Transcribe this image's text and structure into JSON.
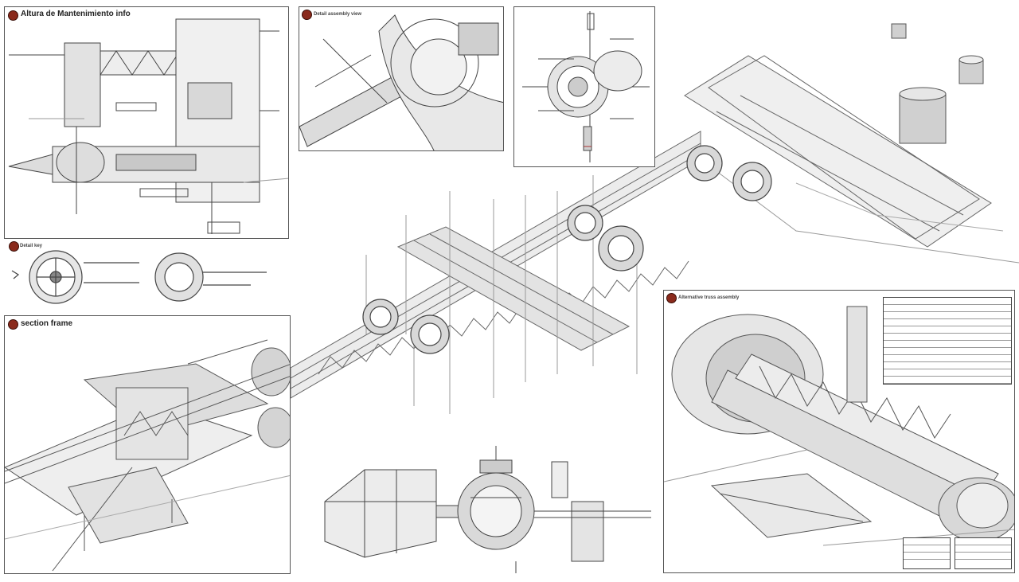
{
  "panels": {
    "top_left": {
      "label": "Altura de Mantenimiento info"
    },
    "top_mid": {
      "label": "Detail assembly view"
    },
    "left_mid": {
      "label": "Detail key"
    },
    "left_bottom": {
      "label": "section frame"
    },
    "right_bottom": {
      "label": "Alternative truss assembly"
    }
  },
  "colors": {
    "badge": "#8a2a1c",
    "line": "#444444",
    "fill": "#e6e6e6",
    "shade": "#c8c8c8"
  }
}
